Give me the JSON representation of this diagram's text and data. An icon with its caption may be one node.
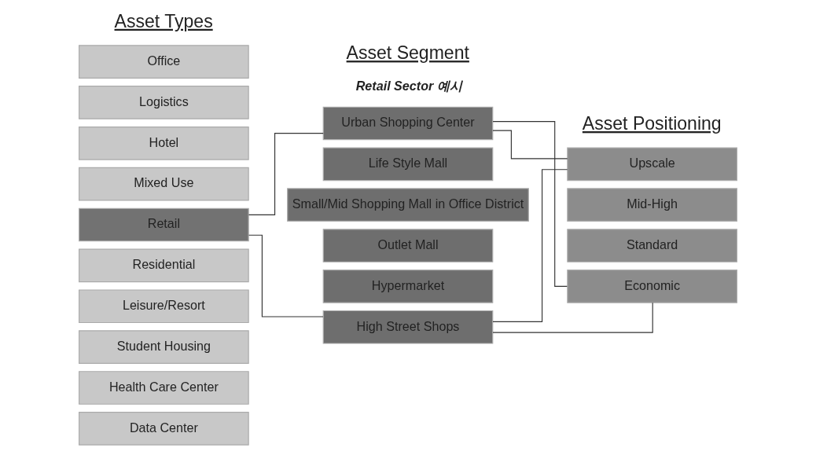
{
  "diagram": {
    "nodes": [
      {
        "text": [
          "Office"
        ]
      },
      {
        "text": [
          "Logistics"
        ]
      },
      {
        "text": [
          "Hotel"
        ]
      },
      {
        "text": [
          "Mixed Use"
        ]
      },
      {
        "text": [
          "Retail"
        ]
      },
      {
        "text": [
          "Residential"
        ]
      },
      {
        "text": [
          "Leisure/Resort"
        ]
      },
      {
        "text": [
          "Student Housing"
        ]
      },
      {
        "text": [
          "Health Care Center"
        ]
      },
      {
        "text": [
          "Data Center"
        ]
      },
      {
        "text": [
          "Urban Shopping Center"
        ]
      },
      {
        "text": [
          "Life Style Mall"
        ]
      },
      {
        "text": [
          "Small/Mid Shopping Mall in Office District"
        ]
      },
      {
        "text": [
          "Outlet Mall"
        ]
      },
      {
        "text": [
          "Hypermarket"
        ]
      },
      {
        "text": [
          "High Street Shops"
        ]
      },
      {
        "text": [
          "Upscale"
        ]
      },
      {
        "text": [
          "Mid-High"
        ]
      },
      {
        "text": [
          "Standard"
        ]
      },
      {
        "text": [
          "Economic"
        ]
      }
    ],
    "edges": [
      {
        "from": 4,
        "to": 10,
        "arrow": "none"
      },
      {
        "from": 4,
        "to": 15,
        "arrow": "none"
      },
      {
        "from": 10,
        "to": 16,
        "arrow": "none"
      },
      {
        "from": 10,
        "to": 19,
        "arrow": "none"
      },
      {
        "from": 15,
        "to": 16,
        "arrow": "none"
      },
      {
        "from": 15,
        "to": 19,
        "arrow": "none"
      }
    ],
    "labels": [
      "Asset Types",
      "Asset Segment",
      "Asset Positioning",
      "Retail Sector 예시"
    ]
  }
}
